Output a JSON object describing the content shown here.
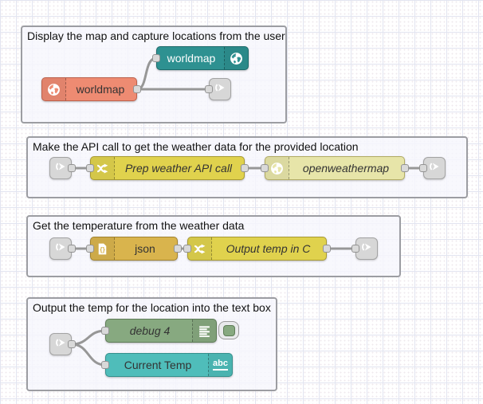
{
  "editor": "node-red-flow-canvas",
  "colors": {
    "canvas_bg": "#ffffff",
    "grid_line": "#e2e4f0",
    "group_fill": "#f6f7fc",
    "group_border": "#9c9da2",
    "wire": "#979797",
    "port_fill": "#d9d9d9",
    "link_node_fill": "#d7d7d7",
    "worldmap_teal": "#2e9191",
    "worldmap_salmon": "#ee8b72",
    "change_yellow": "#e0d24d",
    "openweathermap_pale": "#e7e5a9",
    "json_amber": "#d9b44d",
    "debug_green": "#87a980",
    "text_widget_teal": "#4fbdba"
  },
  "groups": [
    {
      "title": "Display the map and capture locations from the user",
      "nodes": [
        {
          "label": "worldmap",
          "icon": "globe-icon",
          "icon_side": "right"
        },
        {
          "label": "worldmap",
          "icon": "globe-icon",
          "icon_side": "left"
        },
        {
          "type": "link-out",
          "icon": "link-icon"
        }
      ]
    },
    {
      "title": "Make the API call to get the weather data for the provided location",
      "nodes": [
        {
          "type": "link-in",
          "icon": "link-icon"
        },
        {
          "label": "Prep weather API call",
          "icon": "change-shuffle-icon"
        },
        {
          "label": "openweathermap",
          "icon": "globe-icon"
        },
        {
          "type": "link-out",
          "icon": "link-icon"
        }
      ]
    },
    {
      "title": "Get the temperature from the weather data",
      "nodes": [
        {
          "type": "link-in",
          "icon": "link-icon"
        },
        {
          "label": "json",
          "icon": "json-file-icon"
        },
        {
          "label": "Output temp in C",
          "icon": "change-shuffle-icon"
        },
        {
          "type": "link-out",
          "icon": "link-icon"
        }
      ]
    },
    {
      "title": "Output the temp for the location into the text box",
      "nodes": [
        {
          "type": "link-in",
          "icon": "link-icon"
        },
        {
          "label": "debug 4",
          "icon": "console-lines-icon",
          "toggle_enabled": true
        },
        {
          "label": "Current Temp",
          "icon_text": "abc"
        }
      ]
    }
  ]
}
